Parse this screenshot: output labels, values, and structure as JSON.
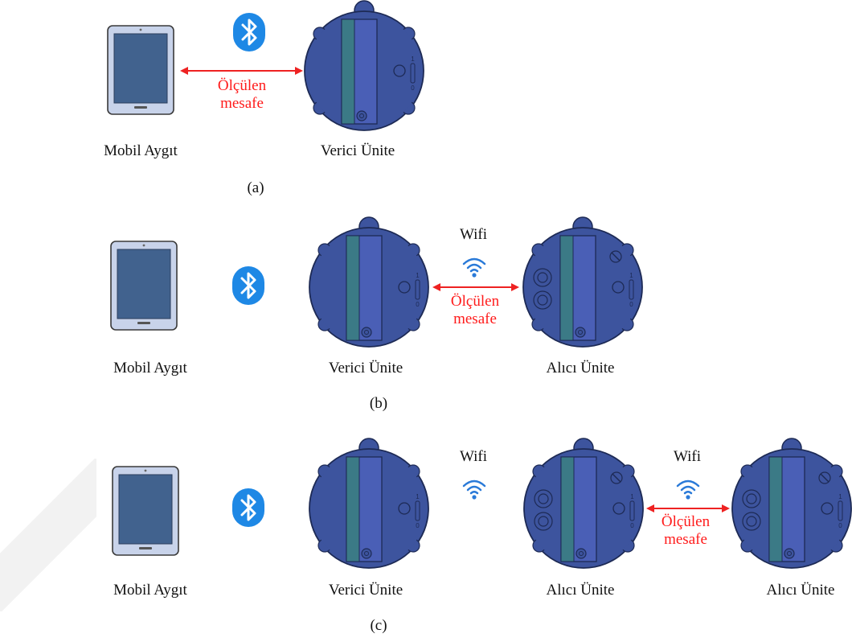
{
  "colors": {
    "device_body": "#3d549e",
    "device_stroke": "#1d2a55",
    "device_screen": "#3b7a86",
    "tablet_frame": "#c8d3ea",
    "tablet_screen": "#41628e",
    "bluetooth": "#1e88e5",
    "arrow": "#ee2222",
    "wifi": "#2a7ad8"
  },
  "panel_a": {
    "mobile_label": "Mobil Aygıt",
    "transmitter_label": "Verici Ünite",
    "measured_line1": "Ölçülen",
    "measured_line2": "mesafe",
    "caption": "(a)"
  },
  "panel_b": {
    "mobile_label": "Mobil Aygıt",
    "transmitter_label": "Verici Ünite",
    "receiver_label": "Alıcı Ünite",
    "wifi_label": "Wifi",
    "measured_line1": "Ölçülen",
    "measured_line2": "mesafe",
    "caption": "(b)"
  },
  "panel_c": {
    "mobile_label": "Mobil Aygıt",
    "transmitter_label": "Verici Ünite",
    "receiver1_label": "Alıcı Ünite",
    "receiver2_label": "Alıcı Ünite",
    "wifi1_label": "Wifi",
    "wifi2_label": "Wifi",
    "measured_line1": "Ölçülen",
    "measured_line2": "mesafe",
    "caption": "(c)"
  },
  "switch_marks": {
    "on": "1",
    "off": "0"
  }
}
